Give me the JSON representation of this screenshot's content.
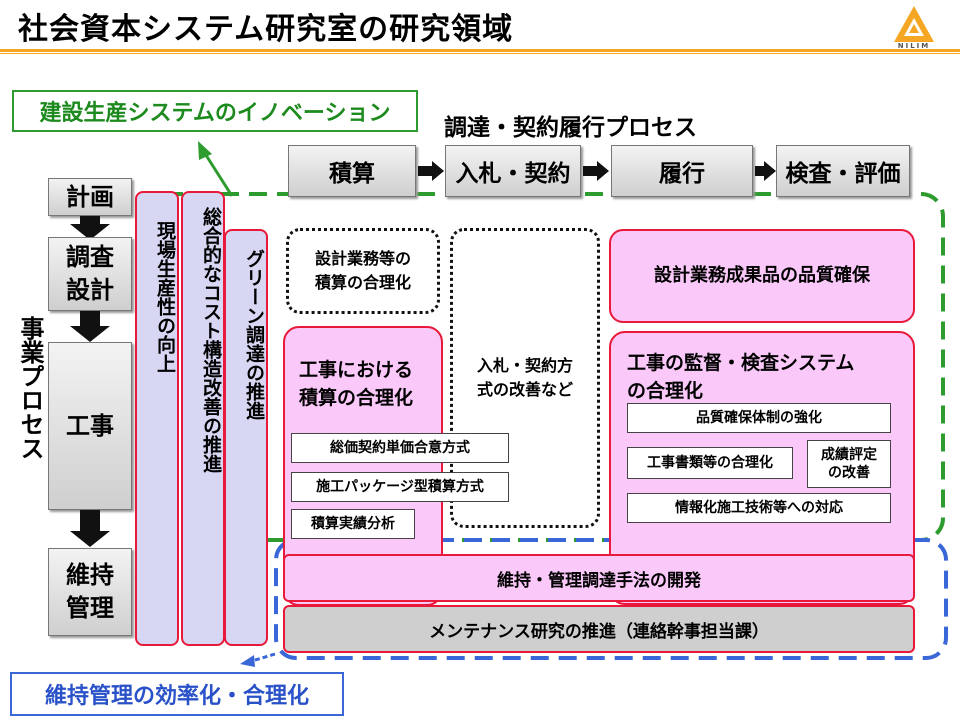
{
  "title": "社会資本システム研究室の研究領域",
  "logo": {
    "text": "NILIM",
    "color": "#f5a623"
  },
  "labels": {
    "innovation": "建設生産システムのイノベーション",
    "maintenance_efficiency": "維持管理の効率化・合理化",
    "procurement_process": "調達・契約履行プロセス",
    "business_process": "事業プロセス"
  },
  "process_steps": [
    "積算",
    "入札・契約",
    "履行",
    "検査・評価"
  ],
  "lifecycle": [
    "計画",
    "調査\n設計",
    "工事",
    "維持\n管理"
  ],
  "vertical_themes": [
    "現場生産性の向上",
    "総合的なコスト構造改善の推進",
    "グリーン調達の推進"
  ],
  "boxes": {
    "design_estimate": "設計業務等の\n積算の合理化",
    "bidding": "入札・契約方\n式の改善など",
    "design_quality": "設計業務成果品の品質確保",
    "construction_estimate": {
      "title": "工事における\n積算の合理化",
      "items": [
        "総価契約単価合意方式",
        "施工パッケージ型積算方式",
        "積算実績分析"
      ]
    },
    "inspection": {
      "title": "工事の監督・検査システム\nの合理化",
      "items": [
        "品質確保体制の強化",
        "工事書類等の合理化",
        "成績評定\nの改善",
        "情報化施工技術等への対応"
      ]
    },
    "maintenance_procurement": "維持・管理調達手法の開発",
    "maintenance_research": "メンテナンス研究の推進（連絡幹事担当課）"
  },
  "colors": {
    "green": "#2e9b2e",
    "blue": "#3a67d8",
    "red_border": "#e8193a",
    "pink": "#fbc8fa",
    "lavender": "#d7d7f3"
  }
}
